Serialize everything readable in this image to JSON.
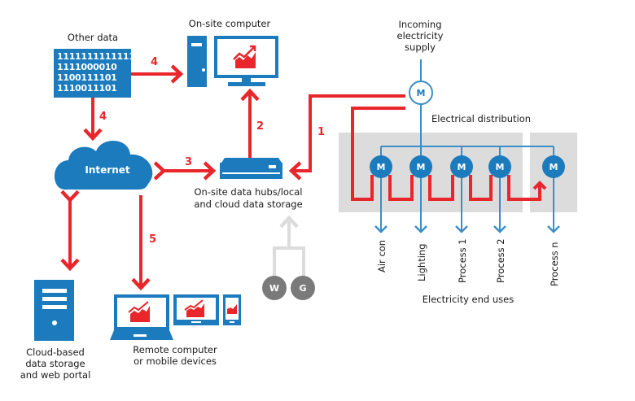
{
  "labels": {
    "other_data": "Other data",
    "onsite_computer": "On-site computer",
    "incoming_line1": "Incoming",
    "incoming_line2": "electricity",
    "incoming_line3": "supply",
    "electrical_distribution": "Electrical distribution",
    "internet": "Internet",
    "hub_line1": "On-site data hubs/local",
    "hub_line2": "and cloud data storage",
    "cloud_line1": "Cloud-based",
    "cloud_line2": "data storage",
    "cloud_line3": "and web portal",
    "remote_line1": "Remote computer",
    "remote_line2": "or mobile devices",
    "end_uses": "Electricity end uses"
  },
  "binary_rows": [
    "1111111111111",
    "1111000010",
    "1100111101",
    "1110011101"
  ],
  "meter_label": "M",
  "sensors": [
    "W",
    "G"
  ],
  "end_uses": [
    "Air con",
    "Lighting",
    "Process 1",
    "Process 2",
    "Process n"
  ],
  "flow_numbers": {
    "supply_to_hub": "1",
    "hub_to_computer": "2",
    "hub_internet": "3",
    "other_to_computer": "4",
    "other_to_internet": "4",
    "internet_to_remote": "5"
  },
  "colors": {
    "blue": "#1b7bbd",
    "red": "#e8262b",
    "grey_panel": "#dcdcdc",
    "sensor_grey": "#7a7a7a"
  }
}
